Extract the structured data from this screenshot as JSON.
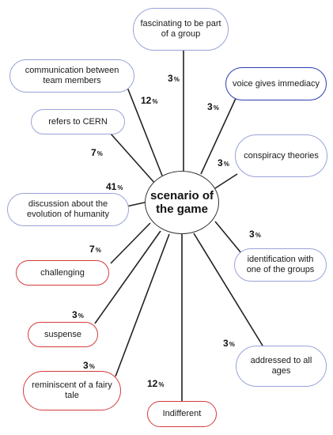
{
  "center": {
    "label": "scenario of the game"
  },
  "nodes": [
    {
      "id": "fascinating",
      "label": "fascinating to be part of a group",
      "percent": "3",
      "color": "#9aa3d8"
    },
    {
      "id": "communication",
      "label": "communication between team members",
      "percent": "12",
      "color": "#9aa3d8"
    },
    {
      "id": "voice",
      "label": "voice gives immediacy",
      "percent": "3",
      "color": "#2a3fb0"
    },
    {
      "id": "cern",
      "label": "refers to CERN",
      "percent": "7",
      "color": "#9aa3d8"
    },
    {
      "id": "conspiracy",
      "label": "conspiracy theories",
      "percent": "3",
      "color": "#9aa3d8"
    },
    {
      "id": "evolution",
      "label": "discussion about the evolution of humanity",
      "percent": "41",
      "color": "#9aa3d8"
    },
    {
      "id": "identification",
      "label": "identification with one of the groups",
      "percent": "3",
      "color": "#9aa3d8"
    },
    {
      "id": "challenging",
      "label": "challenging",
      "percent": "7",
      "color": "#d43c3c"
    },
    {
      "id": "suspense",
      "label": "suspense",
      "percent": "3",
      "color": "#d43c3c"
    },
    {
      "id": "ages",
      "label": "addressed to all ages",
      "percent": "3",
      "color": "#9aa3d8"
    },
    {
      "id": "fairy",
      "label": "reminiscent of a fairy tale",
      "percent": "3",
      "color": "#d43c3c"
    },
    {
      "id": "indifferent",
      "label": "Indifferent",
      "percent": "12",
      "color": "#d43c3c"
    }
  ],
  "percent_symbol": "%"
}
